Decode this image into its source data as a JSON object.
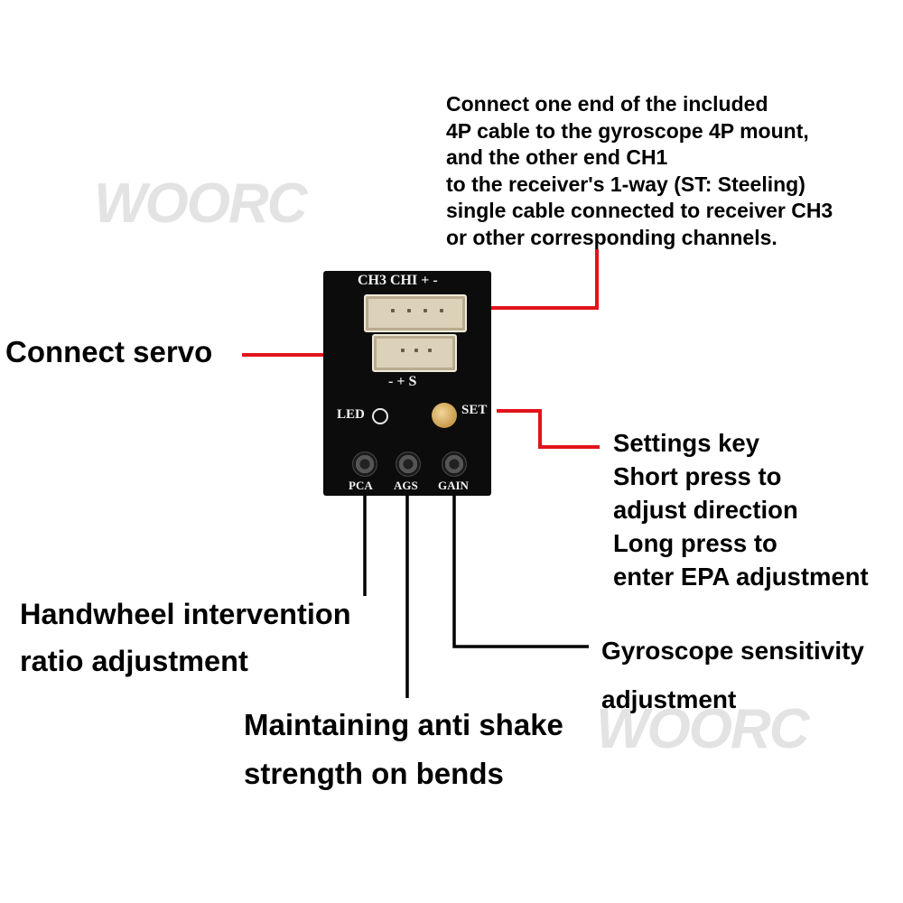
{
  "watermark": {
    "brand": "WOORC"
  },
  "board": {
    "silk_top": "CH3 CHI + -",
    "silk_servo": "- + S",
    "silk_led": "LED",
    "silk_set": "SET",
    "silk_pca": "PCA",
    "silk_ags": "AGS",
    "silk_gain": "GAIN"
  },
  "callouts": {
    "top": [
      "Connect one end of the included",
      "4P cable to the gyroscope 4P mount,",
      "and the other end CH1",
      "to the receiver's 1-way (ST: Steeling)",
      "single cable connected to receiver CH3",
      "or other corresponding channels."
    ],
    "servo": [
      "Connect servo"
    ],
    "set": [
      "Settings key",
      "Short press to",
      "adjust direction",
      "Long press to",
      "enter EPA adjustment"
    ],
    "pca": [
      "Handwheel intervention",
      "ratio adjustment"
    ],
    "gain": [
      "Gyroscope sensitivity",
      "adjustment"
    ],
    "ags": [
      "Maintaining anti shake",
      "strength on bends"
    ]
  },
  "colors": {
    "leader_red": "#e0141a",
    "leader_black": "#000000",
    "board": "#0c0c0c",
    "set_button": "#d4a85a"
  }
}
